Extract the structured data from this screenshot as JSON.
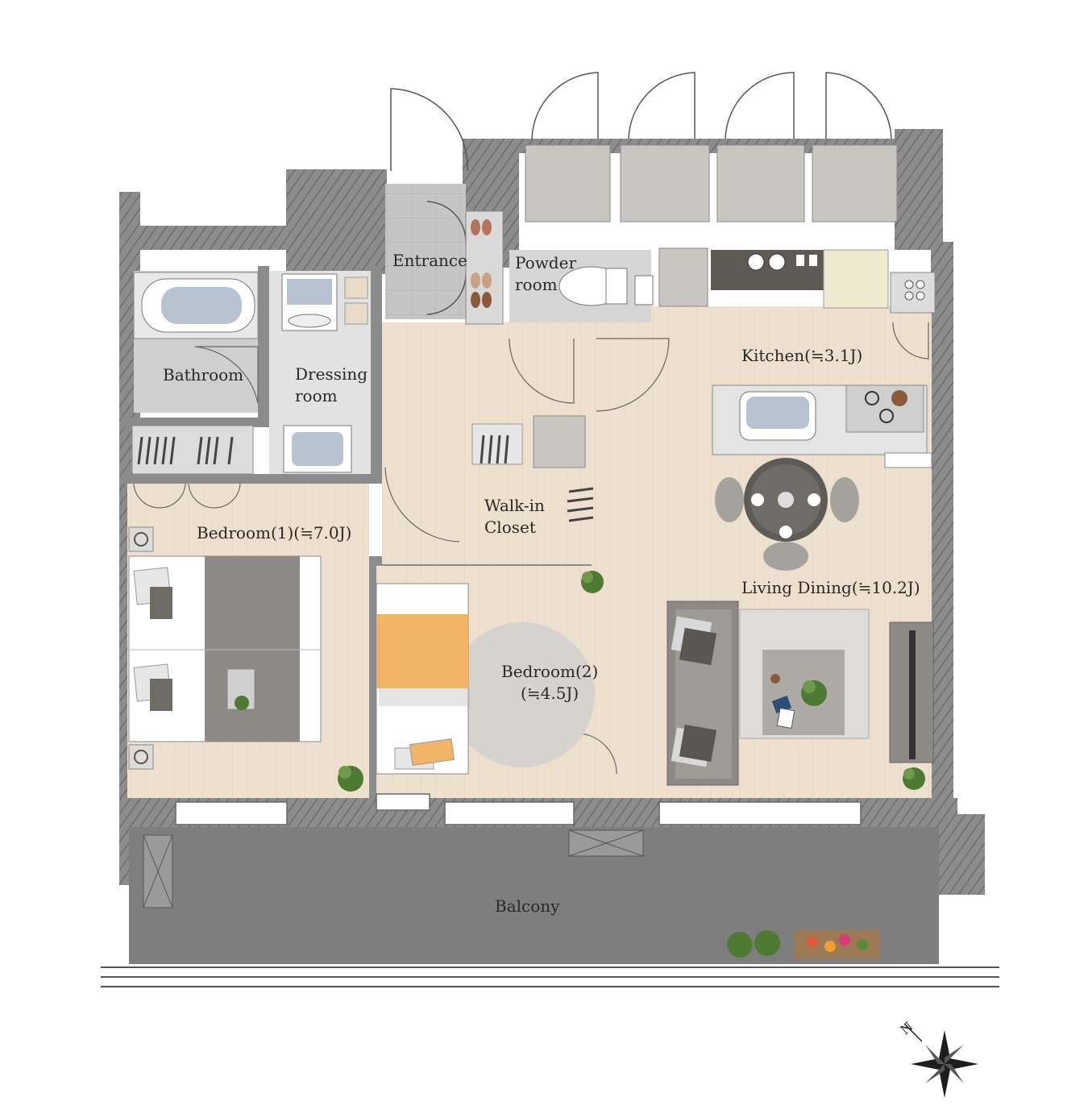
{
  "rooms": {
    "entrance": "Entrance",
    "powder_room": [
      "Powder",
      "room"
    ],
    "kitchen": "Kitchen(≒3.1J)",
    "bathroom": "Bathroom",
    "dressing_room": [
      "Dressing",
      "room"
    ],
    "walk_in_closet": [
      "Walk-in",
      "Closet"
    ],
    "bedroom1": "Bedroom(1)(≒7.0J)",
    "bedroom2": [
      "Bedroom(2)",
      "(≒4.5J)"
    ],
    "living_dining": "Living Dining(≒10.2J)",
    "balcony": "Balcony"
  },
  "compass": {
    "label": "N",
    "icon": "compass-rose-icon"
  },
  "colors": {
    "wall": "#8c8c8c",
    "wall_hatch": "#6d6d6d",
    "floor_wood": "#eee0cf",
    "floor_wet": "#c8c8c8",
    "balcony": "#7e7e7e",
    "sofa": "#8d8a86",
    "bed_accent": "#f1b466",
    "counter": "#dcdcdc"
  }
}
